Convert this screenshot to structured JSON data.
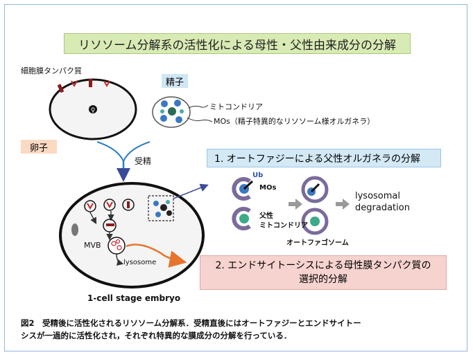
{
  "title": "リソソーム分解系の活性化による母性・父性由来成分の分解",
  "labels": {
    "membrane_protein": "細胞膜タンパク質",
    "egg": "卵子",
    "sperm": "精子",
    "mitochondria": "ミトコンドリア",
    "mos": "MOs（精子特異的なリソソーム様オルガネラ）",
    "fertilization": "受精",
    "ub": "Ub",
    "mos_short": "MOs",
    "paternal": "父性",
    "mito_small": "ミトコンドリア",
    "lysosomal": "lysosomal",
    "degradation": "degradation",
    "autophagosome": "オートファゴソーム",
    "mvb": "MVB",
    "lysosome": "lysosome",
    "embryo": "1-cell stage embryo"
  },
  "box1": "1. オートファジーによる父性オルガネラの分解",
  "box2_line1": "2. エンドサイトーシスによる母性膜タンパク質の",
  "box2_line2": "選択的分解",
  "caption_line1": "図2　受精後に活性化されるリソソーム分解系．受精直後にはオートファジーとエンドサイトー",
  "caption_line2": "シスが一過的に活性化され，それぞれ特異的な膜成分の分解を行っている．",
  "colors": {
    "title_bg": "#d9ebb4",
    "box1_bg": "#d3e9f5",
    "box2_bg": "#f6d3cf",
    "egg_tag": "#fbd9c2",
    "sperm_tag": "#cfe6f3",
    "accent_red": "#b01e23",
    "arrow_orange": "#e8742c"
  }
}
